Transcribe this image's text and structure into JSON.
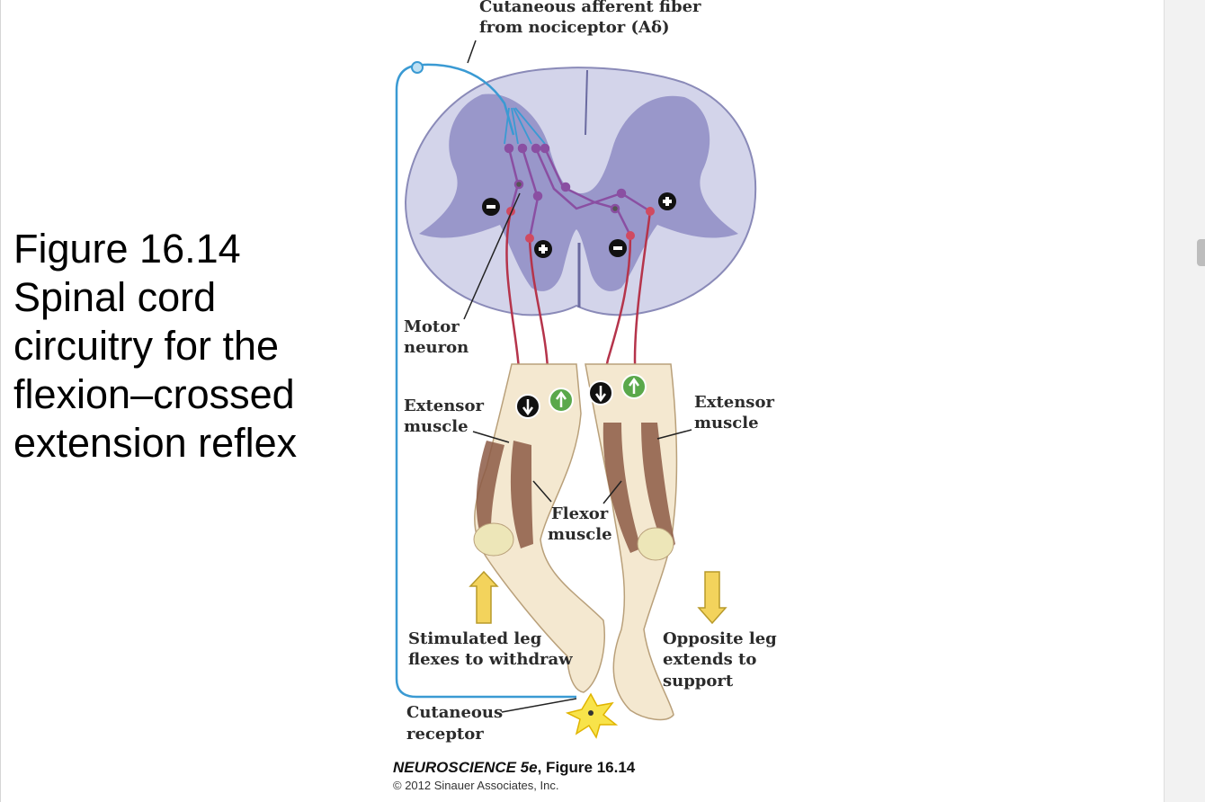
{
  "caption": {
    "lines": [
      "Figure 16.14",
      "Spinal cord",
      "circuitry for the",
      "flexion–crossed",
      "extension reflex"
    ]
  },
  "labels": {
    "afferent_line1": "Cutaneous afferent fiber",
    "afferent_line2": "from nociceptor (Aδ)",
    "motor_line1": "Motor",
    "motor_line2": "neuron",
    "extensor_left_line1": "Extensor",
    "extensor_left_line2": "muscle",
    "extensor_right_line1": "Extensor",
    "extensor_right_line2": "muscle",
    "flexor_line1": "Flexor",
    "flexor_line2": "muscle",
    "stimulated_line1": "Stimulated leg",
    "stimulated_line2": "flexes to withdraw",
    "opposite_line1": "Opposite leg",
    "opposite_line2": "extends to",
    "opposite_line3": "support",
    "receptor_line1": "Cutaneous",
    "receptor_line2": "receptor"
  },
  "credit": {
    "book": "NEUROSCIENCE 5e",
    "figure": ", Figure 16.14",
    "copyright": "© 2012 Sinauer Associates, Inc."
  },
  "colors": {
    "white_matter": "#d3d4ea",
    "gray_matter": "#8e8cc4",
    "afferent": "#3a9ad3",
    "interneuron": "#8a4fa2",
    "motor": "#b5344b",
    "excite_badge": "#5aa84b",
    "inhibit_badge": "#111111",
    "skin": "#f4e8d0",
    "muscle": "#8c5a45",
    "arrow": "#f3d35c"
  }
}
